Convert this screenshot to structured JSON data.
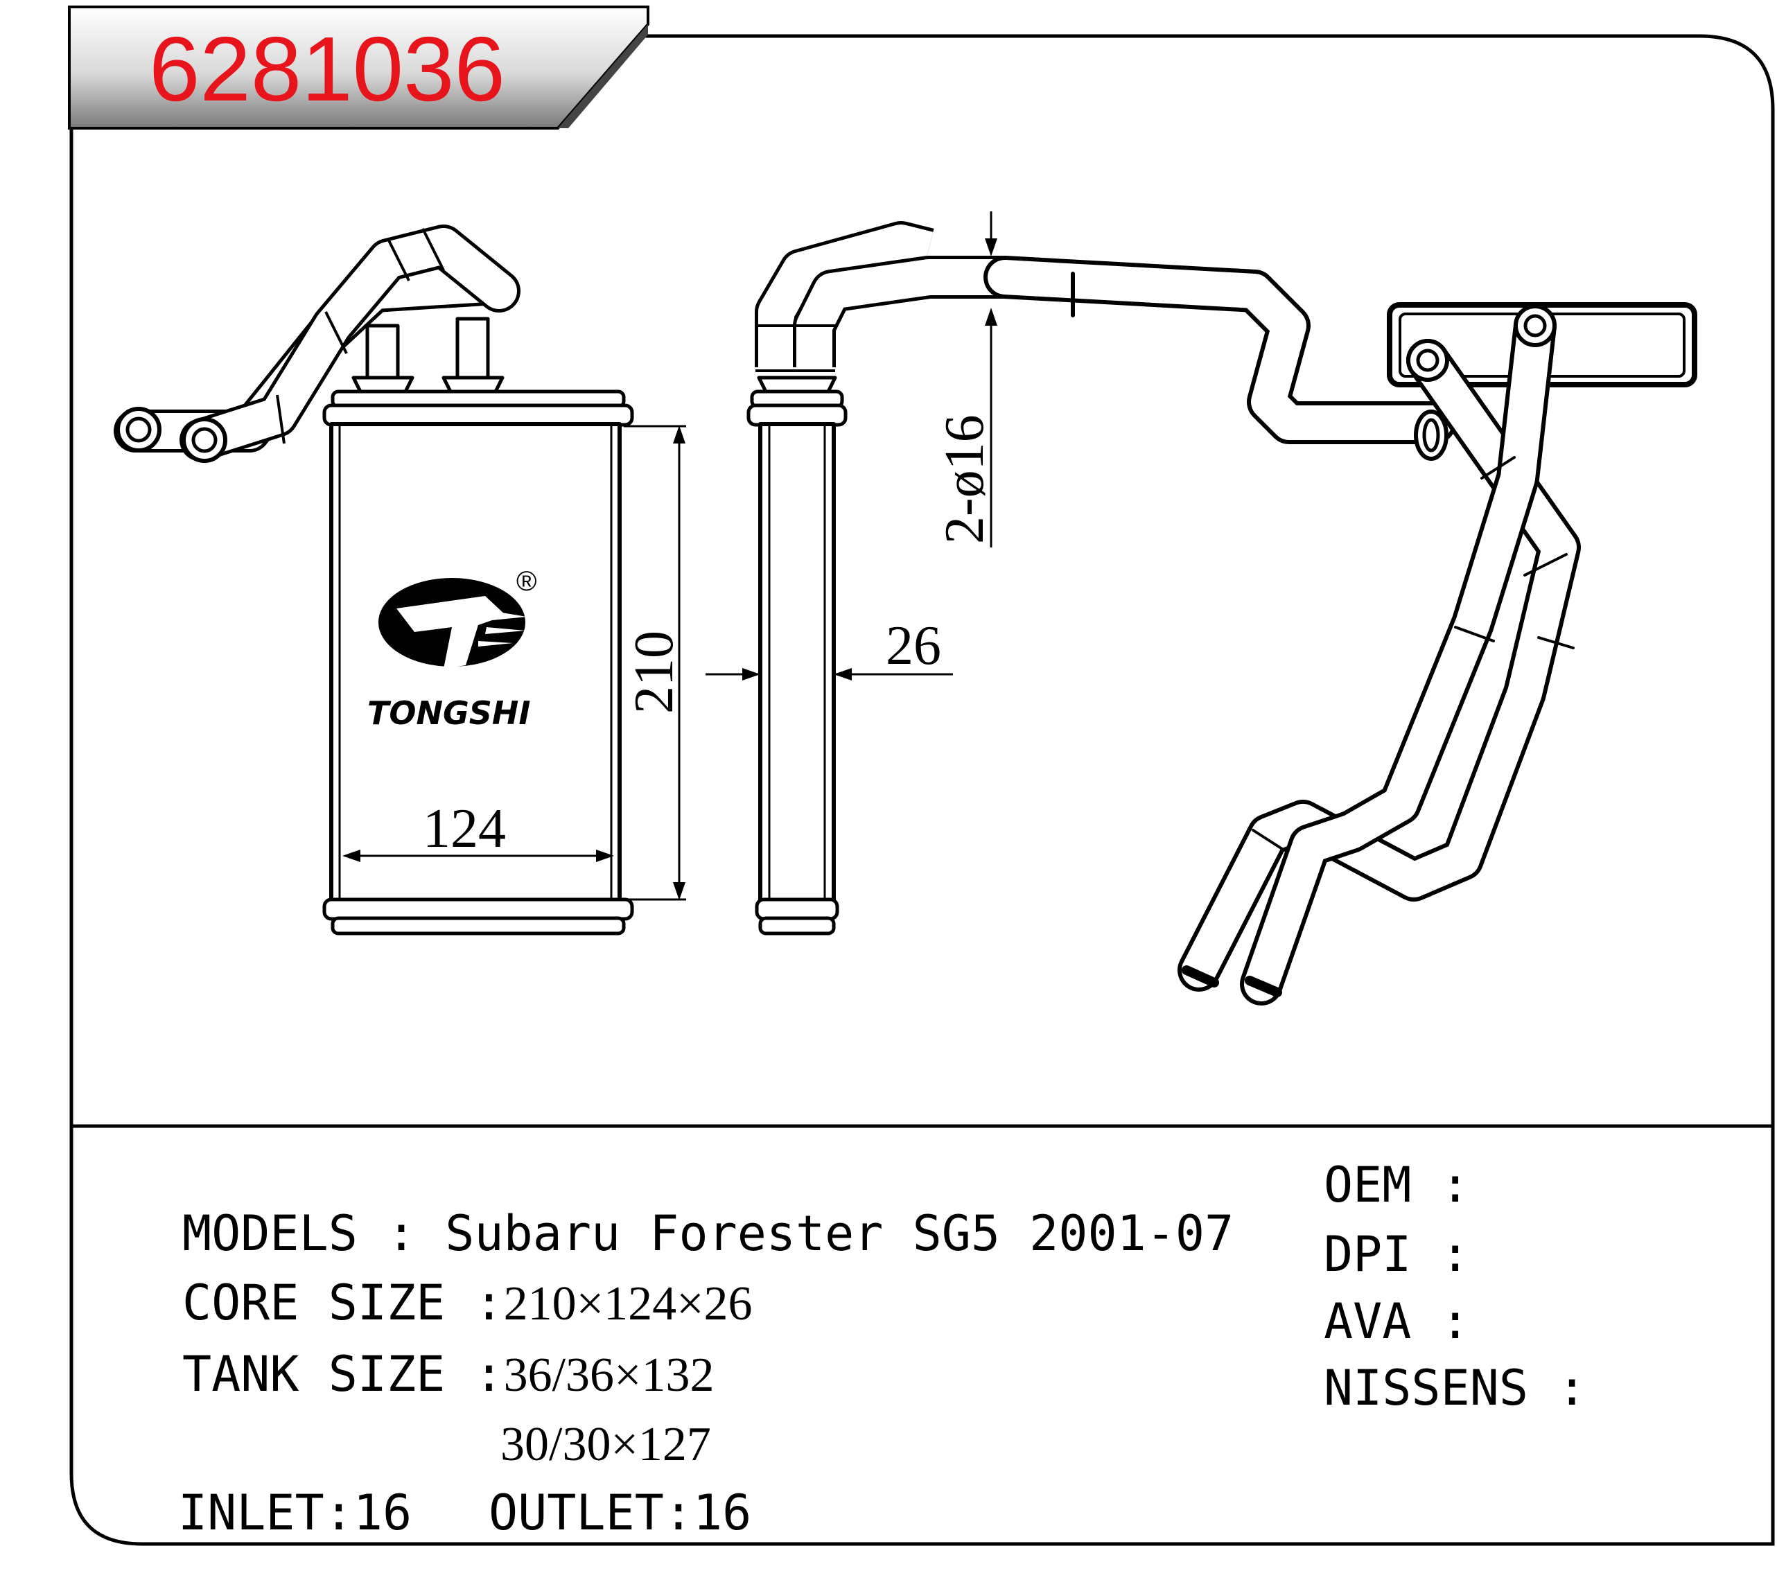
{
  "header": {
    "part_number": "6281036"
  },
  "drawing": {
    "dimensions": {
      "width": "124",
      "height": "210",
      "thickness": "26",
      "pipe": "2-ø16"
    },
    "logo": {
      "brand": "TONGSHI",
      "registered_mark": "®"
    }
  },
  "specs": {
    "models_label": "MODELS : ",
    "models_value": "Subaru Forester SG5 2001-07",
    "core_size_label": "CORE SIZE :",
    "core_size_value": "210×124×26",
    "tank_size_label": "TANK SIZE :",
    "tank_size_value_1": "36/36×132",
    "tank_size_value_2": "30/30×127",
    "inlet_label": "INLET:",
    "inlet_value": "16",
    "outlet_label": "OUTLET:",
    "outlet_value": "16"
  },
  "cross_refs": {
    "oem_label": "OEM :",
    "dpi_label": "DPI :",
    "ava_label": "AVA :",
    "nissens_label": "NISSENS :"
  },
  "colors": {
    "part_number": "#e8141b",
    "line": "#000000"
  }
}
